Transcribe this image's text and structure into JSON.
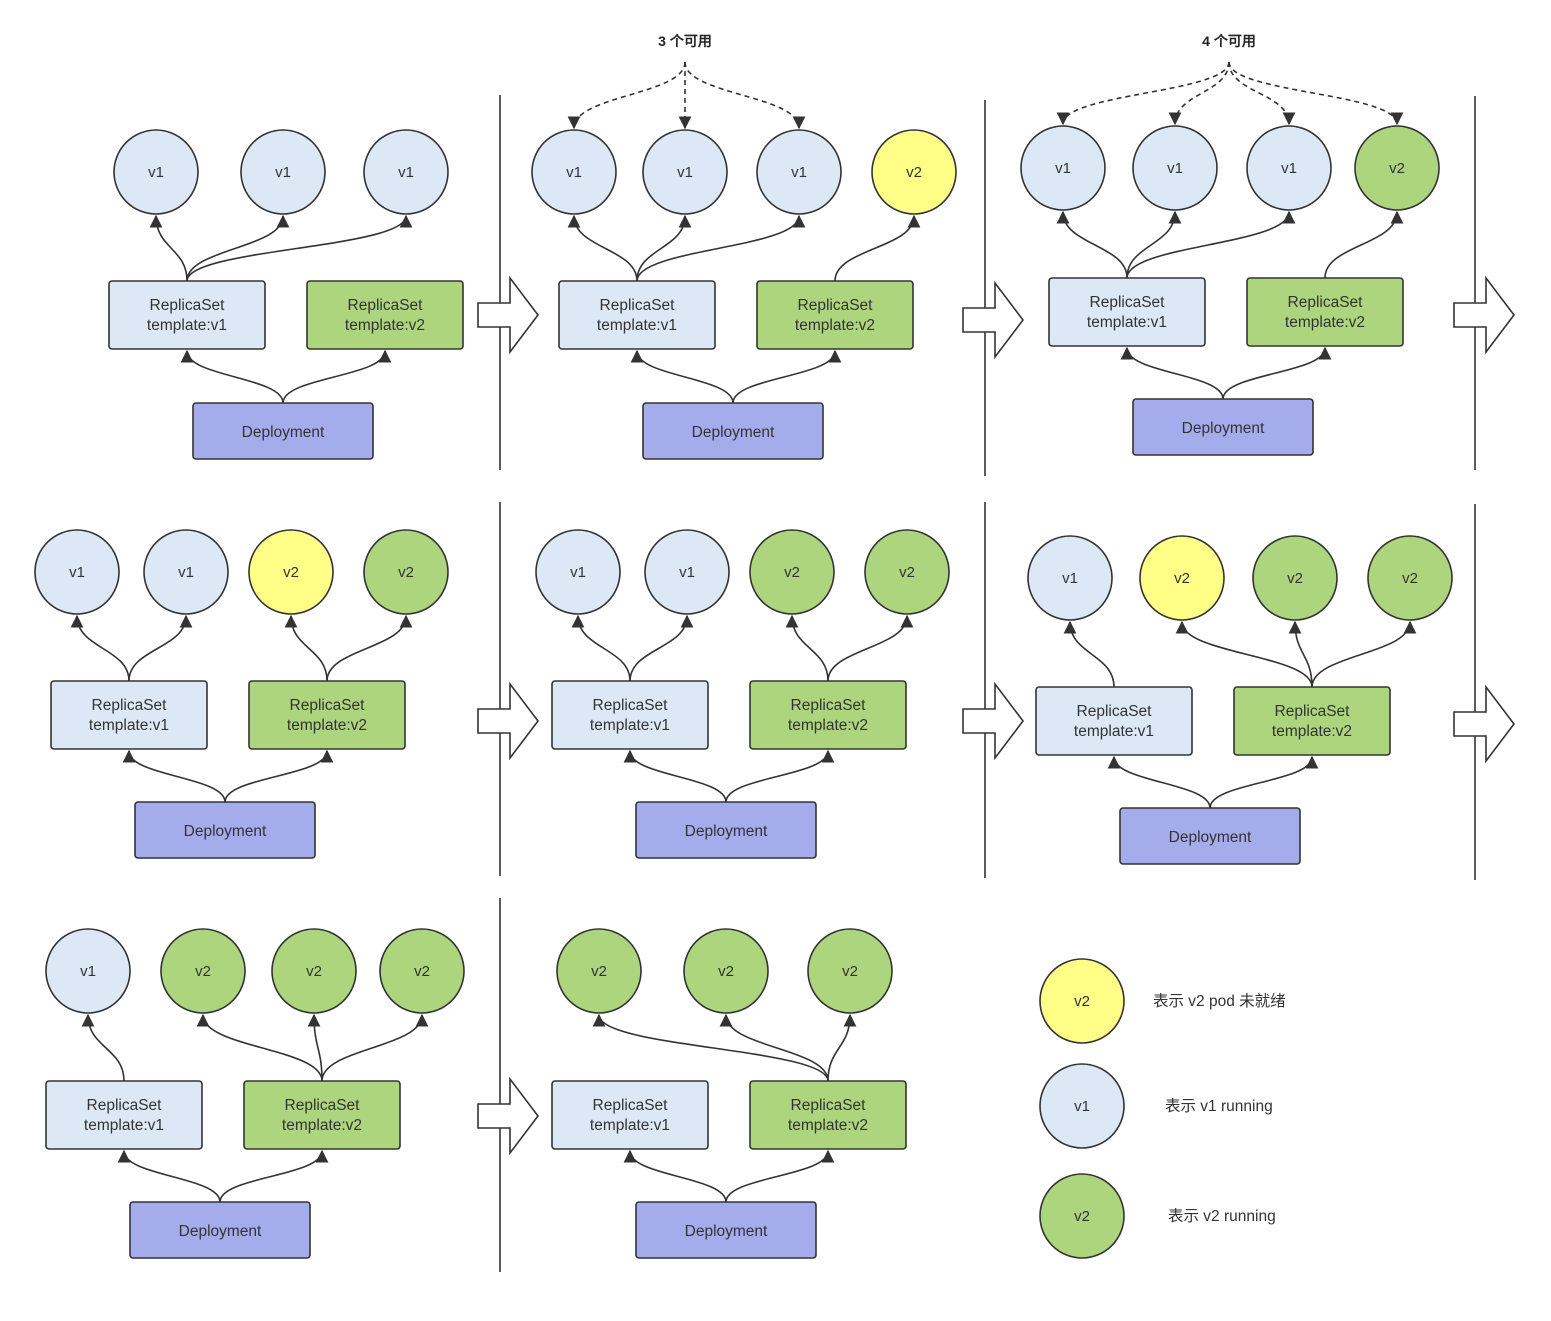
{
  "colors": {
    "v1_running": "#dde8f6",
    "v2_not_ready": "#ffff88",
    "v2_running": "#acd57e",
    "replicaset_v1": "#dde8f6",
    "replicaset_v2": "#acd57e",
    "deployment": "#a5acec",
    "stroke": "#333333"
  },
  "labels": {
    "deployment": "Deployment",
    "replicaset": "ReplicaSet",
    "template_v1": "template:v1",
    "template_v2": "template:v2"
  },
  "annotations": {
    "stage2": "3 个可用",
    "stage3": "4 个可用"
  },
  "stages": [
    {
      "pods": [
        {
          "label": "v1",
          "status": "v1"
        },
        {
          "label": "v1",
          "status": "v1"
        },
        {
          "label": "v1",
          "status": "v1"
        }
      ],
      "availability_note": ""
    },
    {
      "pods": [
        {
          "label": "v1",
          "status": "v1"
        },
        {
          "label": "v1",
          "status": "v1"
        },
        {
          "label": "v1",
          "status": "v1"
        },
        {
          "label": "v2",
          "status": "v2_not_ready"
        }
      ],
      "availability_note": "3 个可用"
    },
    {
      "pods": [
        {
          "label": "v1",
          "status": "v1"
        },
        {
          "label": "v1",
          "status": "v1"
        },
        {
          "label": "v1",
          "status": "v1"
        },
        {
          "label": "v2",
          "status": "v2_running"
        }
      ],
      "availability_note": "4 个可用"
    },
    {
      "pods": [
        {
          "label": "v1",
          "status": "v1"
        },
        {
          "label": "v1",
          "status": "v1"
        },
        {
          "label": "v2",
          "status": "v2_not_ready"
        },
        {
          "label": "v2",
          "status": "v2_running"
        }
      ],
      "availability_note": ""
    },
    {
      "pods": [
        {
          "label": "v1",
          "status": "v1"
        },
        {
          "label": "v1",
          "status": "v1"
        },
        {
          "label": "v2",
          "status": "v2_running"
        },
        {
          "label": "v2",
          "status": "v2_running"
        }
      ],
      "availability_note": ""
    },
    {
      "pods": [
        {
          "label": "v1",
          "status": "v1"
        },
        {
          "label": "v2",
          "status": "v2_not_ready"
        },
        {
          "label": "v2",
          "status": "v2_running"
        },
        {
          "label": "v2",
          "status": "v2_running"
        }
      ],
      "availability_note": ""
    },
    {
      "pods": [
        {
          "label": "v1",
          "status": "v1"
        },
        {
          "label": "v2",
          "status": "v2_running"
        },
        {
          "label": "v2",
          "status": "v2_running"
        },
        {
          "label": "v2",
          "status": "v2_running"
        }
      ],
      "availability_note": ""
    },
    {
      "pods": [
        {
          "label": "v2",
          "status": "v2_running"
        },
        {
          "label": "v2",
          "status": "v2_running"
        },
        {
          "label": "v2",
          "status": "v2_running"
        }
      ],
      "availability_note": ""
    }
  ],
  "legend": [
    {
      "label": "v2",
      "status": "v2_not_ready",
      "text": "表示 v2 pod 未就绪"
    },
    {
      "label": "v1",
      "status": "v1",
      "text": "表示 v1 running"
    },
    {
      "label": "v2",
      "status": "v2_running",
      "text": "表示 v2 running"
    }
  ]
}
